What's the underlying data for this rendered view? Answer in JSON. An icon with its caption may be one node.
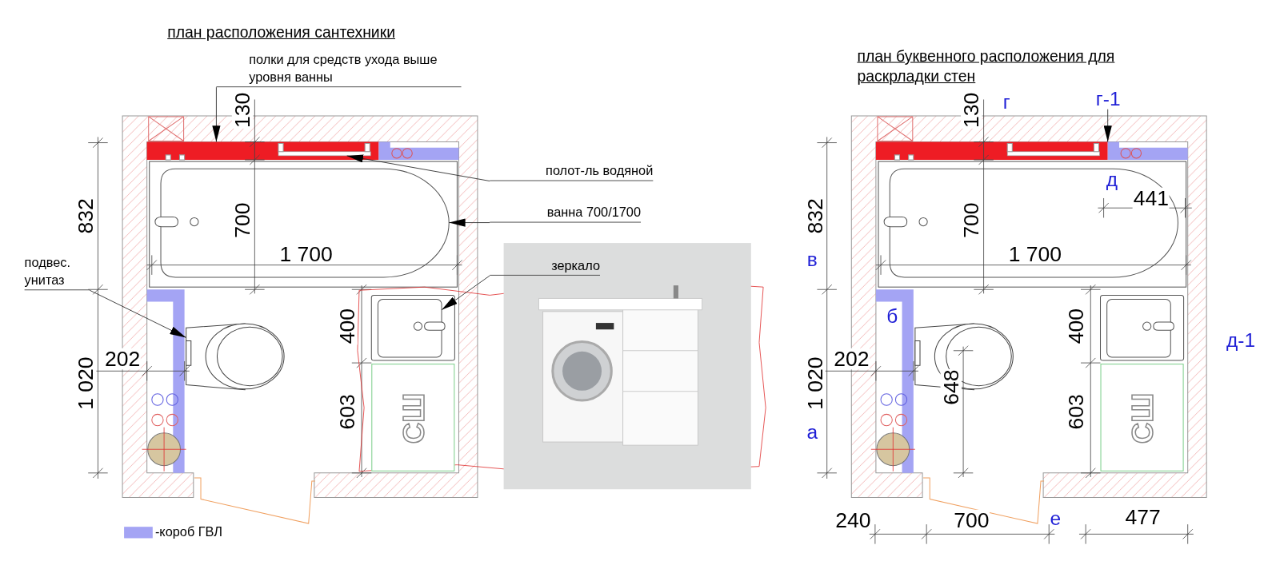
{
  "diagram": {
    "nodes": [
      {
        "text": [
          "полки для средств ухода выше уровня ванны"
        ]
      },
      {
        "text": [],
        "shape": "bar"
      },
      {
        "text": [
          "полот-ль водяной"
        ]
      },
      {
        "text": [],
        "shape": "bar",
        "in": 1
      },
      {
        "text": [
          "ванна 700/1700"
        ]
      },
      {
        "text": [],
        "shape": "box"
      },
      {
        "text": [
          "зеркало"
        ]
      },
      {
        "text": [],
        "shape": "box"
      },
      {
        "text": [
          "подвес. унитаз"
        ]
      },
      {
        "text": [],
        "shape": "picture"
      },
      {
        "text": [
          "СШ"
        ]
      },
      {
        "text": [
          "г-1"
        ]
      },
      {
        "text": [],
        "shape": "bar"
      },
      {
        "text": [
          "СШ"
        ]
      },
      {
        "text": [],
        "shape": "bar",
        "in": 12
      },
      {
        "text": [],
        "shape": "box"
      },
      {
        "text": [],
        "shape": "box"
      },
      {
        "text": [],
        "shape": "picture"
      }
    ],
    "edges": [
      {
        "from": 0,
        "to": 1,
        "arrow": "to"
      },
      {
        "from": 2,
        "to": 3,
        "arrow": "to"
      },
      {
        "from": 4,
        "to": 5,
        "arrow": "to"
      },
      {
        "from": 6,
        "to": 7,
        "arrow": "to"
      },
      {
        "from": 8,
        "to": 9,
        "arrow": "to"
      },
      {
        "from": 11,
        "to": 12,
        "arrow": "to"
      }
    ],
    "labels": [
      "план расположения сантехники",
      "план буквенного расположения для раскрладки стен",
      "130",
      "832",
      "700",
      "1 700",
      "202",
      "1 020",
      "400",
      "603",
      "г",
      "130",
      "д",
      "441",
      "832",
      "700",
      "1 700",
      "в",
      "б",
      "400",
      "д-1",
      "202",
      "1 020",
      "648",
      "603",
      "а",
      "240",
      "700",
      "е",
      "477"
    ],
    "legend": [
      {
        "text": "-короб ГВЛ",
        "color": "#a4a4f4"
      }
    ]
  }
}
